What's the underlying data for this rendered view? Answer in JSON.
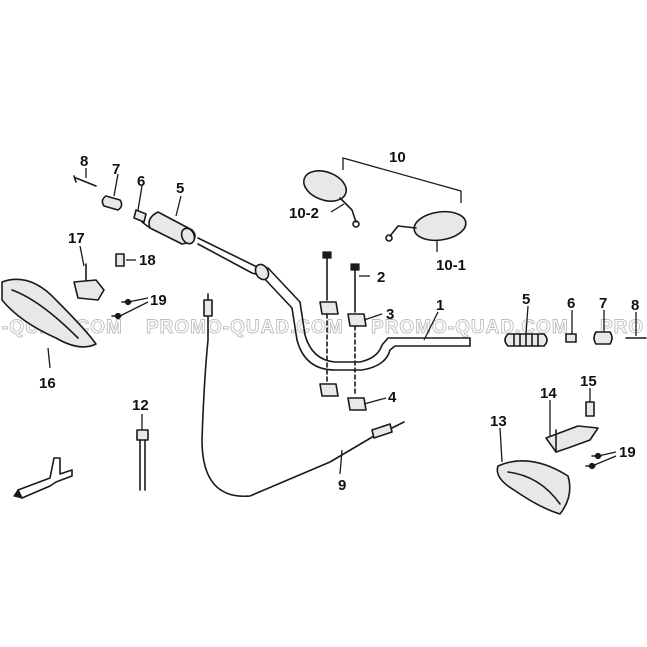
{
  "watermark": {
    "segments": [
      "-QUAD.COM",
      "PROMO-QUAD.COM",
      "PROMO-QUAD.COM",
      "PRO"
    ]
  },
  "callouts": {
    "c8_left": "8",
    "c7_left": "7",
    "c6_left": "6",
    "c5_left": "5",
    "c10": "10",
    "c10_2": "10-2",
    "c10_1": "10-1",
    "c17": "17",
    "c18": "18",
    "c19_left": "19",
    "c2": "2",
    "c3": "3",
    "c4": "4",
    "c1": "1",
    "c5_right": "5",
    "c6_right": "6",
    "c7_right": "7",
    "c8_right": "8",
    "c16": "16",
    "c12": "12",
    "c9": "9",
    "c15": "15",
    "c14": "14",
    "c13": "13",
    "c19_right": "19"
  },
  "colors": {
    "ink": "#1a1a1a",
    "watermark_stroke": "#bdbdbd",
    "background": "#ffffff"
  }
}
